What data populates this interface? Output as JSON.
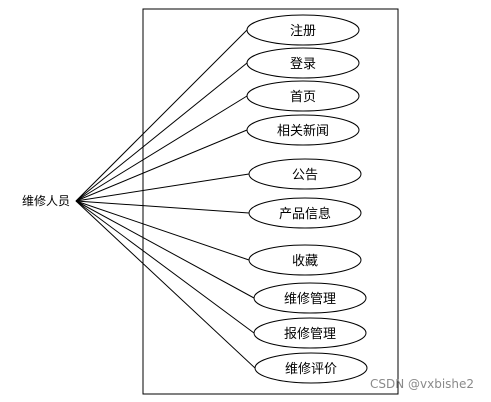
{
  "diagram": {
    "actor": {
      "label": "维修人员"
    },
    "use_cases": [
      {
        "id": "register",
        "label": "注册"
      },
      {
        "id": "login",
        "label": "登录"
      },
      {
        "id": "home",
        "label": "首页"
      },
      {
        "id": "related-news",
        "label": "相关新闻"
      },
      {
        "id": "announcement",
        "label": "公告"
      },
      {
        "id": "product-info",
        "label": "产品信息"
      },
      {
        "id": "favorites",
        "label": "收藏"
      },
      {
        "id": "repair-management",
        "label": "维修管理"
      },
      {
        "id": "report-repair-management",
        "label": "报修管理"
      },
      {
        "id": "repair-review",
        "label": "维修评价"
      }
    ]
  },
  "watermark": {
    "text": "CSDN @vxbishe2"
  },
  "colors": {
    "line": "#000000",
    "background": "#ffffff",
    "watermark": "#8a8a8a"
  }
}
